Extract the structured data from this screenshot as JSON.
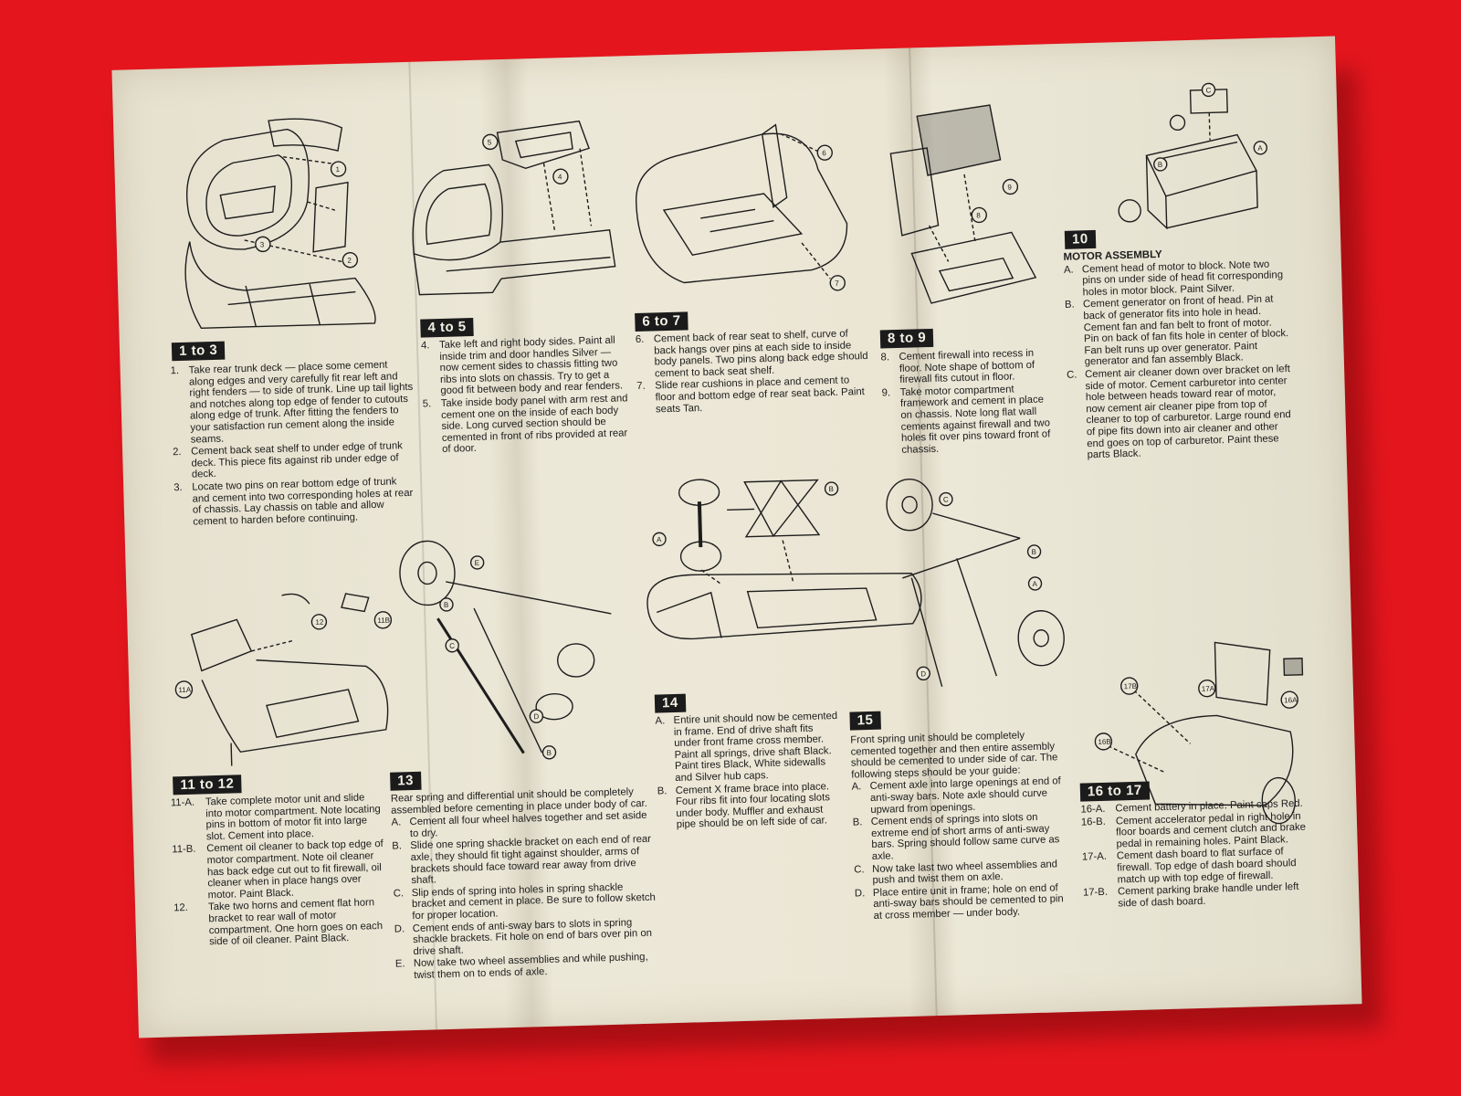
{
  "colors": {
    "background": "#e4151d",
    "paper": "#ebe7d6",
    "ink": "#1d1d1d",
    "label_bg": "#1b1b1b"
  },
  "steps_1_3": {
    "label": "1 to 3",
    "callouts": [
      "1",
      "2",
      "3"
    ],
    "items": [
      {
        "n": "1.",
        "t": "Take rear trunk deck — place some cement along edges and very carefully fit rear left and right fenders — to side of trunk. Line up tail lights and notches along top edge of fender to cutouts along edge of trunk. After fitting the fenders to your satisfaction run cement along the inside seams."
      },
      {
        "n": "2.",
        "t": "Cement back seat shelf to under edge of trunk deck. This piece fits against rib under edge of deck."
      },
      {
        "n": "3.",
        "t": "Locate two pins on rear bottom edge of trunk and cement into two corresponding holes at rear of chassis. Lay chassis on table and allow cement to harden before continuing."
      }
    ]
  },
  "steps_4_5": {
    "label": "4 to 5",
    "callouts": [
      "5",
      "4"
    ],
    "items": [
      {
        "n": "4.",
        "t": "Take left and right body sides. Paint all inside trim and door handles Silver — now cement sides to chassis fitting two ribs into slots on chassis. Try to get a good fit between body and rear fenders."
      },
      {
        "n": "5.",
        "t": "Take inside body panel with arm rest and cement one on the inside of each body side. Long curved section should be cemented in front of ribs provided at rear of door."
      }
    ]
  },
  "steps_6_7": {
    "label": "6 to 7",
    "callouts": [
      "6",
      "7"
    ],
    "items": [
      {
        "n": "6.",
        "t": "Cement back of rear seat to shelf, curve of back hangs over pins at each side to inside body panels. Two pins along back edge should cement to back seat shelf."
      },
      {
        "n": "7.",
        "t": "Slide rear cushions in place and cement to floor and bottom edge of rear seat back. Paint seats Tan."
      }
    ]
  },
  "steps_8_9": {
    "label": "8 to 9",
    "callouts": [
      "9",
      "8"
    ],
    "items": [
      {
        "n": "8.",
        "t": "Cement firewall into recess in floor. Note shape of bottom of firewall fits cutout in floor."
      },
      {
        "n": "9.",
        "t": "Take motor compartment framework and cement in place on chassis. Note long flat wall cements against firewall and two holes fit over pins toward front of chassis."
      }
    ]
  },
  "step_10": {
    "label": "10",
    "heading": "MOTOR ASSEMBLY",
    "callouts": [
      "C",
      "A",
      "B"
    ],
    "items": [
      {
        "n": "A.",
        "t": "Cement head of motor to block. Note two pins on under side of head fit corresponding holes in motor block. Paint Silver."
      },
      {
        "n": "B.",
        "t": "Cement generator on front of head. Pin at back of generator fits into hole in head. Cement fan and fan belt to front of motor. Pin on back of fan fits hole in center of block. Fan belt runs up over generator. Paint generator and fan assembly Black."
      },
      {
        "n": "C.",
        "t": "Cement air cleaner down over bracket on left side of motor. Cement carburetor into center hole between heads toward rear of motor, now cement air cleaner pipe from top of cleaner to top of carburetor. Large round end of pipe fits down into air cleaner and other end goes on top of carburetor. Paint these parts Black."
      }
    ]
  },
  "steps_11_12": {
    "label": "11 to 12",
    "callouts": [
      "12",
      "11B",
      "11A"
    ],
    "items": [
      {
        "n": "11-A.",
        "t": "Take complete motor unit and slide into motor compartment. Note locating pins in bottom of motor fit into large slot. Cement into place."
      },
      {
        "n": "11-B.",
        "t": "Cement oil cleaner to back top edge of motor compartment. Note oil cleaner has back edge cut out to fit firewall, oil cleaner when in place hangs over motor. Paint Black."
      },
      {
        "n": "12.",
        "t": "Take two horns and cement flat horn bracket to rear wall of motor compartment. One horn goes on each side of oil cleaner. Paint Black."
      }
    ]
  },
  "step_13": {
    "label": "13",
    "callouts": [
      "E",
      "B",
      "C",
      "D",
      "B"
    ],
    "intro": "Rear spring and differential unit should be completely assembled before cementing in place under body of car.",
    "items": [
      {
        "n": "A.",
        "t": "Cement all four wheel halves together and set aside to dry."
      },
      {
        "n": "B.",
        "t": "Slide one spring shackle bracket on each end of rear axle, they should fit tight against shoulder, arms of brackets should face toward rear away from drive shaft."
      },
      {
        "n": "C.",
        "t": "Slip ends of spring into holes in spring shackle bracket and cement in place. Be sure to follow sketch for proper location."
      },
      {
        "n": "D.",
        "t": "Cement ends of anti-sway bars to slots in spring shackle brackets. Fit hole on end of bars over pin on drive shaft."
      },
      {
        "n": "E.",
        "t": "Now take two wheel assemblies and while pushing, twist them on to ends of axle."
      }
    ]
  },
  "step_14": {
    "label": "14",
    "callouts": [
      "A",
      "B"
    ],
    "items": [
      {
        "n": "A.",
        "t": "Entire unit should now be cemented in frame. End of drive shaft fits under front frame cross member. Paint all springs, drive shaft Black. Paint tires Black, White sidewalls and Silver hub caps."
      },
      {
        "n": "B.",
        "t": "Cement X frame brace into place. Four ribs fit into four locating slots under body. Muffler and exhaust pipe should be on left side of car."
      }
    ]
  },
  "step_15": {
    "label": "15",
    "callouts": [
      "C",
      "B",
      "A",
      "D"
    ],
    "intro": "Front spring unit should be completely cemented together and then entire assembly should be cemented to under side of car. The following steps should be your guide:",
    "items": [
      {
        "n": "A.",
        "t": "Cement axle into large openings at end of anti-sway bars. Note axle should curve upward from openings."
      },
      {
        "n": "B.",
        "t": "Cement ends of springs into slots on extreme end of short arms of anti-sway bars. Spring should follow same curve as axle."
      },
      {
        "n": "C.",
        "t": "Now take last two wheel assemblies and push and twist them on axle."
      },
      {
        "n": "D.",
        "t": "Place entire unit in frame; hole on end of anti-sway bars should be cemented to pin at cross member — under body."
      }
    ]
  },
  "steps_16_17": {
    "label": "16 to 17",
    "callouts": [
      "17B",
      "17A",
      "16A",
      "16B"
    ],
    "items": [
      {
        "n": "16-A.",
        "t": "Cement battery in place. Paint caps Red."
      },
      {
        "n": "16-B.",
        "t": "Cement accelerator pedal in right hole in floor boards and cement clutch and brake pedal in remaining holes. Paint Black."
      },
      {
        "n": "17-A.",
        "t": "Cement dash board to flat surface of firewall. Top edge of dash board should match up with top edge of firewall."
      },
      {
        "n": "17-B.",
        "t": "Cement parking brake handle under left side of dash board."
      }
    ]
  }
}
